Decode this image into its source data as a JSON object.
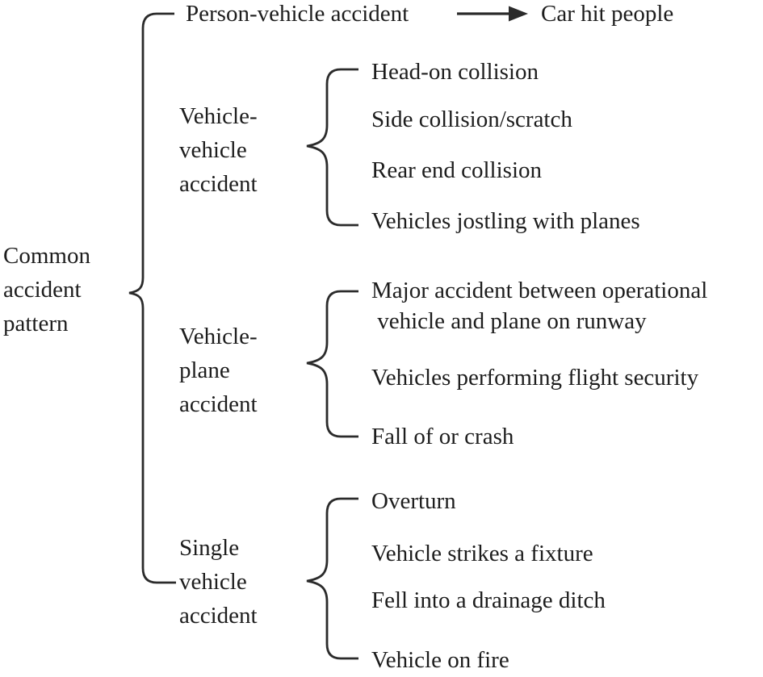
{
  "colors": {
    "line": "#2b2b2b",
    "text": "#1d1d1d",
    "background": "#ffffff"
  },
  "diagram": {
    "type": "tree-bracket-diagram",
    "root": {
      "label": "Common\naccident\npattern"
    },
    "top_branch": {
      "label": "Person-vehicle accident",
      "arrow": "right-arrow",
      "result": "Car hit people"
    },
    "branches": [
      {
        "label": "Vehicle-\nvehicle\naccident",
        "items": [
          "Head-on collision",
          "Side collision/scratch",
          "Rear end collision",
          "Vehicles jostling with planes"
        ]
      },
      {
        "label": "Vehicle-\nplane\naccident",
        "items": [
          "Major accident between operational\n vehicle and plane on runway",
          "Vehicles performing flight security",
          "Fall of or crash"
        ]
      },
      {
        "label": "Single\nvehicle\naccident",
        "items": [
          "Overturn",
          "Vehicle strikes a fixture",
          "Fell into a drainage ditch",
          "Vehicle on fire"
        ]
      }
    ]
  }
}
